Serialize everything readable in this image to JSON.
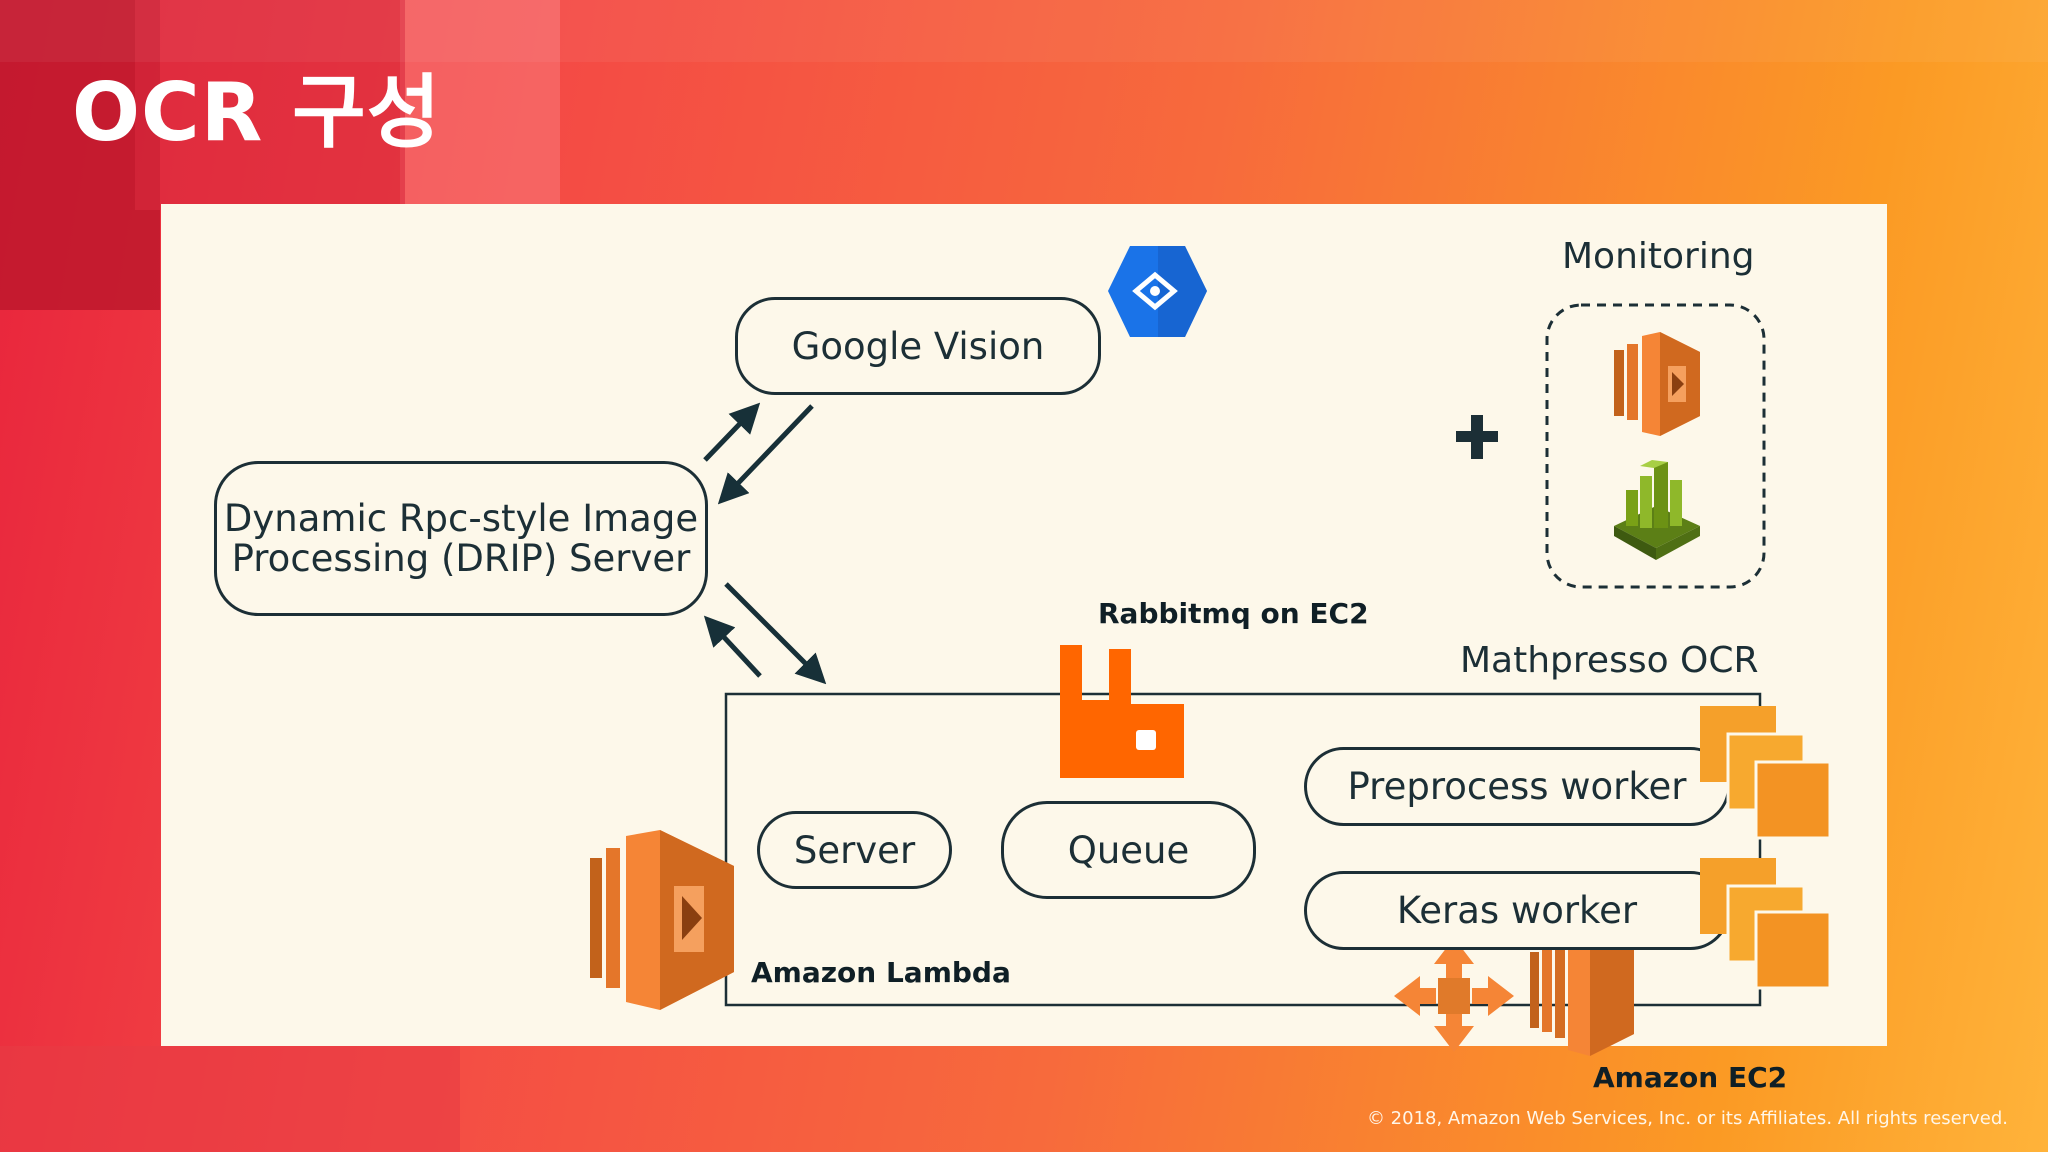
{
  "title": "OCR 구성",
  "nodes": {
    "google_vision": "Google Vision",
    "drip_line1": "Dynamic Rpc-style Image",
    "drip_line2": "Processing (DRIP) Server",
    "server": "Server",
    "queue": "Queue",
    "preprocess_worker": "Preprocess worker",
    "keras_worker": "Keras worker"
  },
  "labels": {
    "monitoring": "Monitoring",
    "rabbitmq": "Rabbitmq on EC2",
    "mathpresso_ocr": "Mathpresso OCR",
    "amazon_lambda": "Amazon Lambda",
    "amazon_ec2": "Amazon EC2"
  },
  "copyright": "© 2018, Amazon Web Services, Inc. or its Affiliates. All rights reserved.",
  "colors": {
    "aws_orange": "#f58536",
    "rabbitmq_orange": "#ff6600",
    "google_blue": "#1a73e8",
    "cloudwatch_green": "#7aa116",
    "stroke": "#1c2f36"
  },
  "icons": [
    "google-cloud-vision-icon",
    "aws-lambda-icon",
    "cloudwatch-icon",
    "rabbitmq-icon",
    "ec2-icon",
    "ec2-instances-icon",
    "plus-icon"
  ]
}
